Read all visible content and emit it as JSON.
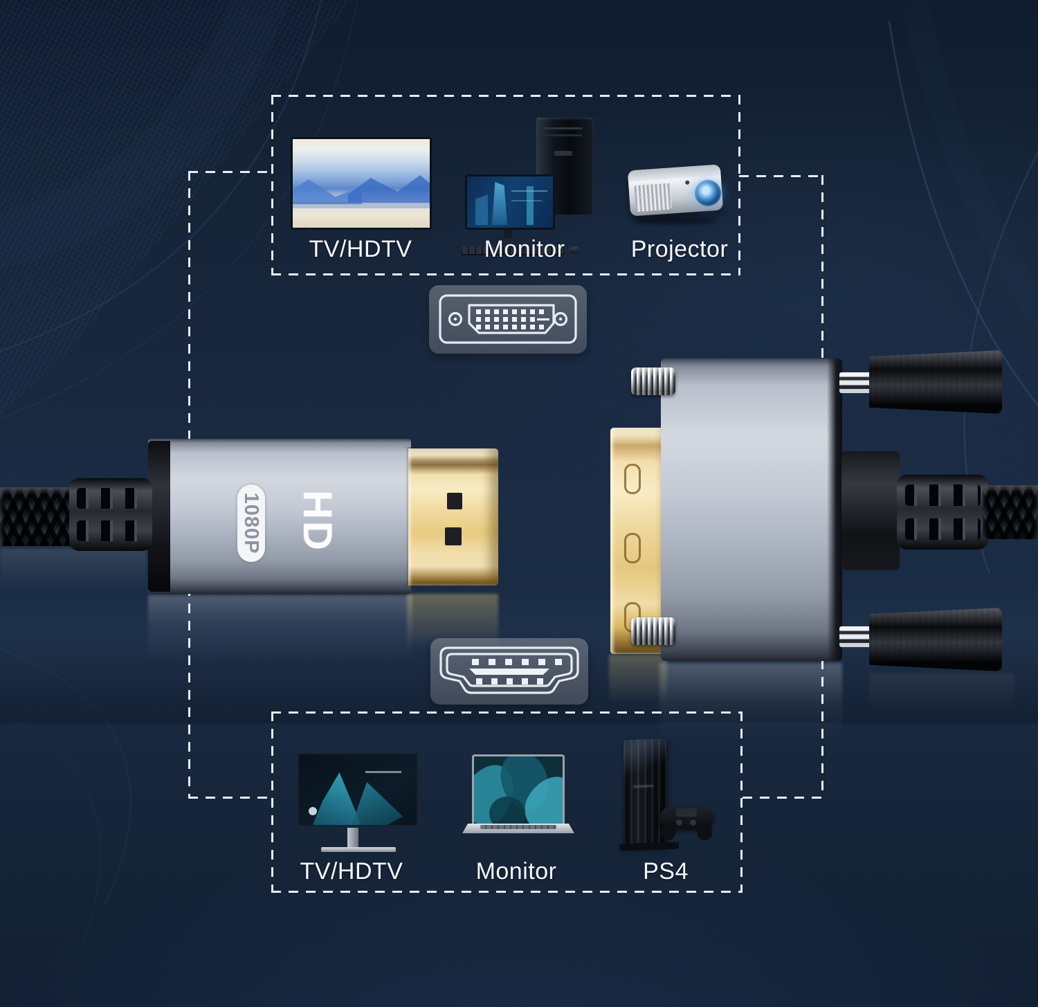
{
  "scene": {
    "description": "HDMI to DVI adapter cable compatibility graphic",
    "hd_logo": "HD",
    "resolution_badge": "1080P"
  },
  "top_box": {
    "items": [
      {
        "label": "TV/HDTV",
        "icon": "tv-icon"
      },
      {
        "label": "Monitor",
        "icon": "desktop-computer-icon"
      },
      {
        "label": "Projector",
        "icon": "projector-icon"
      }
    ]
  },
  "bottom_box": {
    "items": [
      {
        "label": "TV/HDTV",
        "icon": "tv-monitor-icon"
      },
      {
        "label": "Monitor",
        "icon": "laptop-icon"
      },
      {
        "label": "PS4",
        "icon": "ps4-console-icon"
      }
    ]
  },
  "ports": {
    "dvi_icon": "dvi-port-icon",
    "hdmi_icon": "hdmi-port-icon"
  },
  "colors": {
    "background": "#16263c",
    "dashed_line": "#e7edf5",
    "aluminum_body": "#c4cad5",
    "gold_plating": "#eed59a",
    "label_text": "#f4f7fa",
    "icon_card": "rgba(130,136,146,0.5)"
  }
}
